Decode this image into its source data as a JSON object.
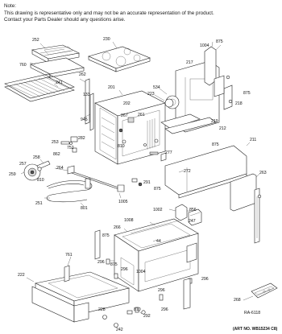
{
  "note": {
    "heading": "Note:",
    "line1": "This drawing is representative only and may not be an accurate representation of the product.",
    "line2": "Contact your Parts Dealer should any questions arise."
  },
  "parts": [
    {
      "id": "p252",
      "label": "252"
    },
    {
      "id": "p760",
      "label": "760"
    },
    {
      "id": "p230",
      "label": "230"
    },
    {
      "id": "p1004a",
      "label": "1004"
    },
    {
      "id": "p875a",
      "label": "875"
    },
    {
      "id": "p217",
      "label": "217"
    },
    {
      "id": "p241",
      "label": "241"
    },
    {
      "id": "p262",
      "label": "262"
    },
    {
      "id": "p201",
      "label": "201"
    },
    {
      "id": "p534",
      "label": "534"
    },
    {
      "id": "p875b",
      "label": "875"
    },
    {
      "id": "p133",
      "label": "133"
    },
    {
      "id": "p945",
      "label": "945"
    },
    {
      "id": "p202",
      "label": "202"
    },
    {
      "id": "p223",
      "label": "223"
    },
    {
      "id": "p218",
      "label": "218"
    },
    {
      "id": "p267",
      "label": "267"
    },
    {
      "id": "p261",
      "label": "261"
    },
    {
      "id": "p219",
      "label": "219"
    },
    {
      "id": "p212",
      "label": "212"
    },
    {
      "id": "p253",
      "label": "253"
    },
    {
      "id": "p282",
      "label": "282"
    },
    {
      "id": "p810a",
      "label": "810"
    },
    {
      "id": "p875c",
      "label": "875"
    },
    {
      "id": "p211",
      "label": "211"
    },
    {
      "id": "p862",
      "label": "862"
    },
    {
      "id": "p752",
      "label": "752"
    },
    {
      "id": "p277",
      "label": "277"
    },
    {
      "id": "p258",
      "label": "258"
    },
    {
      "id": "p257",
      "label": "257"
    },
    {
      "id": "p264",
      "label": "264"
    },
    {
      "id": "p272",
      "label": "272"
    },
    {
      "id": "p259",
      "label": "259"
    },
    {
      "id": "p810b",
      "label": "810"
    },
    {
      "id": "p291",
      "label": "291"
    },
    {
      "id": "p263",
      "label": "263"
    },
    {
      "id": "p875d",
      "label": "875"
    },
    {
      "id": "p251",
      "label": "251"
    },
    {
      "id": "p801",
      "label": "801"
    },
    {
      "id": "p1005",
      "label": "1005"
    },
    {
      "id": "p1002",
      "label": "1002"
    },
    {
      "id": "p856",
      "label": "856"
    },
    {
      "id": "p247",
      "label": "247"
    },
    {
      "id": "p266",
      "label": "266"
    },
    {
      "id": "p1008",
      "label": "1008"
    },
    {
      "id": "p44",
      "label": "44"
    },
    {
      "id": "p875e",
      "label": "875"
    },
    {
      "id": "p761",
      "label": "761"
    },
    {
      "id": "p296a",
      "label": "296"
    },
    {
      "id": "p875f",
      "label": "875"
    },
    {
      "id": "p222",
      "label": "222"
    },
    {
      "id": "p1004b",
      "label": "1004"
    },
    {
      "id": "p296b",
      "label": "296"
    },
    {
      "id": "p296c",
      "label": "296"
    },
    {
      "id": "p296d",
      "label": "296"
    },
    {
      "id": "p810c",
      "label": "810"
    },
    {
      "id": "p228",
      "label": "228"
    },
    {
      "id": "p268",
      "label": "268"
    },
    {
      "id": "p292",
      "label": "292"
    },
    {
      "id": "p296e",
      "label": "296"
    },
    {
      "id": "p242",
      "label": "242"
    }
  ],
  "footer": {
    "ra": "RA-6118",
    "art": "(ART NO. WB15234 C8)"
  }
}
